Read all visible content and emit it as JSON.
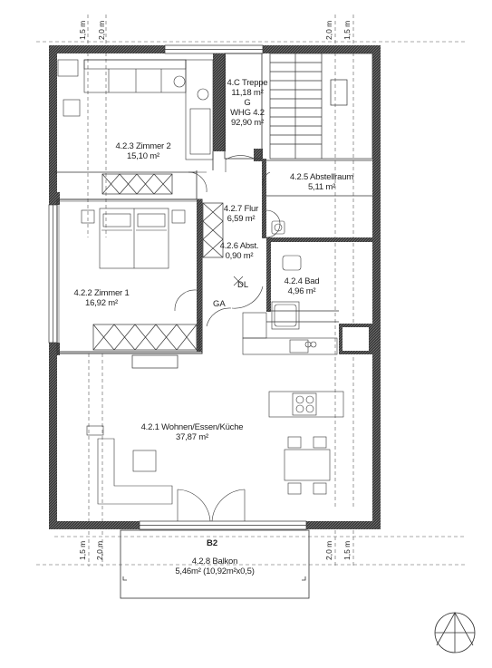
{
  "rooms": [
    {
      "id": "treppe",
      "lines": [
        "4.C Treppe",
        "11,18 m²",
        "G",
        "WHG 4.2",
        "92,90 m²"
      ]
    },
    {
      "id": "zimmer2",
      "lines": [
        "4.2.3 Zimmer 2",
        "15,10 m²"
      ]
    },
    {
      "id": "abstellraum",
      "lines": [
        "4.2.5 Abstellraum",
        "5,11 m²"
      ]
    },
    {
      "id": "flur",
      "lines": [
        "4.2.7 Flur",
        "6,59 m²"
      ]
    },
    {
      "id": "abst",
      "lines": [
        "4.2.6 Abst.",
        "0,90 m²"
      ]
    },
    {
      "id": "bad",
      "lines": [
        "4.2.4 Bad",
        "4,96 m²"
      ]
    },
    {
      "id": "zimmer1",
      "lines": [
        "4.2.2 Zimmer 1",
        "16,92 m²"
      ]
    },
    {
      "id": "wohnen",
      "lines": [
        "4.2.1 Wohnen/Essen/Küche",
        "37,87 m²"
      ]
    },
    {
      "id": "balkon",
      "lines": [
        "4.2.8 Balkon",
        "5,46m² (10,92m²x0,5)"
      ]
    }
  ],
  "tags": {
    "dl": "DL",
    "ga": "GA",
    "b2": "B2"
  },
  "dimensions": {
    "d15": "1,5 m",
    "d20": "2,0 m"
  }
}
